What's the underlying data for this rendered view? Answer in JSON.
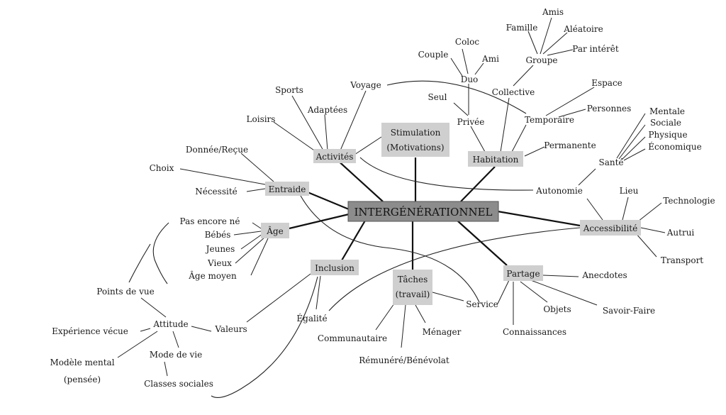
{
  "center": "INTERGÉNÉRATIONNEL",
  "categories": {
    "stimulation": [
      "Stimulation",
      "(Motivations)"
    ],
    "activites": "Activités",
    "habitation": "Habitation",
    "entraide": "Entraide",
    "age": "Âge",
    "accessibilite": "Accessibilité",
    "inclusion": "Inclusion",
    "taches": [
      "Tâches",
      "(travail)"
    ],
    "partage": "Partage"
  },
  "nodes": {
    "amis": "Amis",
    "famille": "Famille",
    "aleatoire": "Aléatoire",
    "par_interet": "Par intérêt",
    "groupe": "Groupe",
    "coloc": "Coloc",
    "couple": "Couple",
    "ami": "Ami",
    "duo": "Duo",
    "collective": "Collective",
    "seul": "Seul",
    "privee": "Privée",
    "espace": "Espace",
    "temporaire": "Temporaire",
    "personnes": "Personnes",
    "permanente": "Permanente",
    "voyage": "Voyage",
    "sports": "Sports",
    "adaptees": "Adaptées",
    "loisirs": "Loisirs",
    "mentale": "Mentale",
    "sociale": "Sociale",
    "physique": "Physique",
    "economique": "Économique",
    "sante": "Santé",
    "autonomie": "Autonomie",
    "lieu": "Lieu",
    "technologie": "Technologie",
    "autrui": "Autrui",
    "transport": "Transport",
    "donnee_recue": "Donnée/Reçue",
    "choix": "Choix",
    "necessite": "Nécessité",
    "pas_encore_ne": "Pas encore né",
    "bebes": "Bébés",
    "jeunes": "Jeunes",
    "vieux": "Vieux",
    "age_moyen": "Âge moyen",
    "points_de_vue": "Points de vue",
    "attitude": "Attitude",
    "experience_vecue": "Expérience vécue",
    "modele_mental": "Modèle mental",
    "pensee": "(pensée)",
    "mode_de_vie": "Mode de vie",
    "classes_sociales": "Classes sociales",
    "valeurs": "Valeurs",
    "egalite": "Égalité",
    "communautaire": "Communautaire",
    "menager": "Ménager",
    "remunere": "Rémunéré/Bénévolat",
    "service": "Service",
    "anecdotes": "Anecdotes",
    "objets": "Objets",
    "savoir_faire": "Savoir-Faire",
    "connaissances": "Connaissances"
  }
}
